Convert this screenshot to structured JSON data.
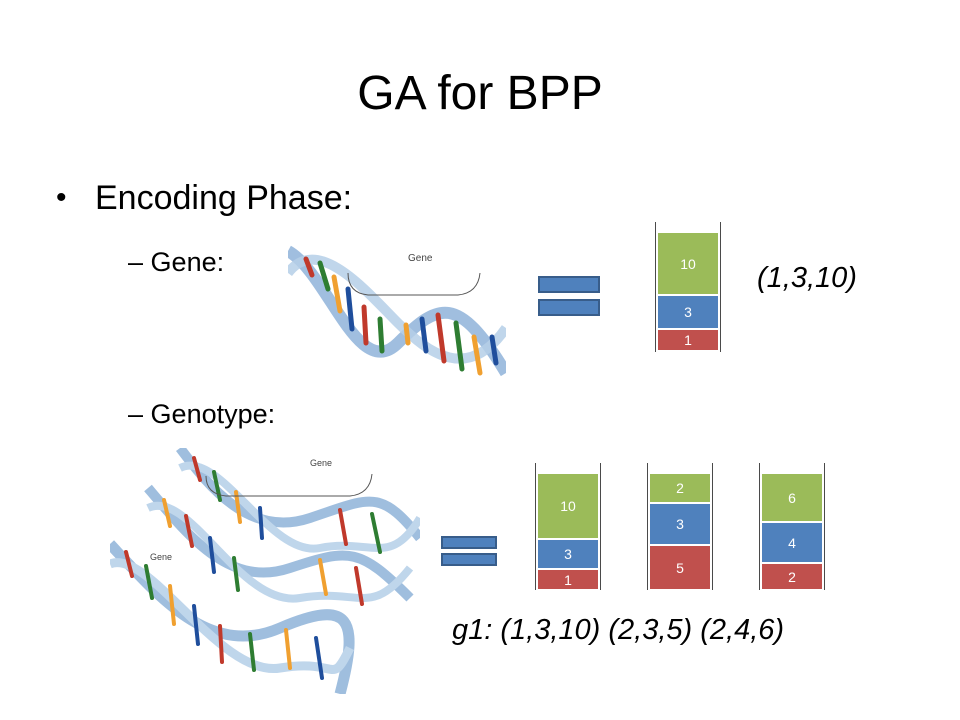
{
  "title": "GA for BPP",
  "bullet": "Encoding Phase:",
  "sub_items": {
    "dash": "–",
    "gene": "Gene:",
    "genotype": "Genotype:"
  },
  "dna_label": "Gene",
  "gene_tuple": "(1,3,10)",
  "genotype_tuple": "g1: (1,3,10) (2,3,5) (2,4,6)",
  "gene_bin": {
    "items": [
      "10",
      "3",
      "1"
    ]
  },
  "genotype_bins": [
    {
      "items": [
        "10",
        "3",
        "1"
      ]
    },
    {
      "items": [
        "2",
        "3",
        "5"
      ]
    },
    {
      "items": [
        "6",
        "4",
        "2"
      ]
    }
  ],
  "colors": {
    "top_item": "#9bbb59",
    "middle_item": "#4f81bd",
    "bottom_item": "#c0504d",
    "equals": "#4f81bd"
  },
  "icons": [
    "dna-helix-icon",
    "equals-sign-icon"
  ]
}
